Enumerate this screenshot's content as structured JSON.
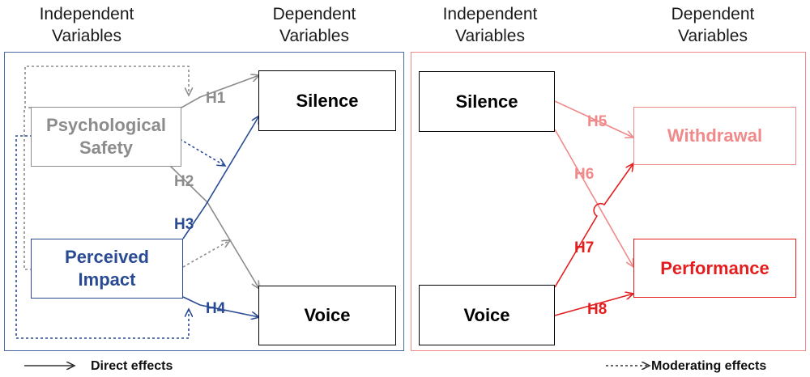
{
  "headers": {
    "left_independent": "Independent Variables",
    "left_dependent": "Dependent Variables",
    "right_independent": "Independent Variables",
    "right_dependent": "Dependent Variables"
  },
  "nodes": {
    "psych_safety": "Psychological Safety",
    "perceived_impact": "Perceived Impact",
    "silence_left": "Silence",
    "voice_left": "Voice",
    "silence_right": "Silence",
    "voice_right": "Voice",
    "withdrawal": "Withdrawal",
    "performance": "Performance"
  },
  "hypotheses": {
    "h1": "H1",
    "h2": "H2",
    "h3": "H3",
    "h4": "H4",
    "h5": "H5",
    "h6": "H6",
    "h7": "H7",
    "h8": "H8"
  },
  "legend": {
    "direct": "Direct effects",
    "moderating": "Moderating effects"
  },
  "colors": {
    "gray": "#8c8c8c",
    "blue": "#2a4b94",
    "pink": "#f08a8a",
    "red": "#e41e1e",
    "black": "#000000"
  }
}
